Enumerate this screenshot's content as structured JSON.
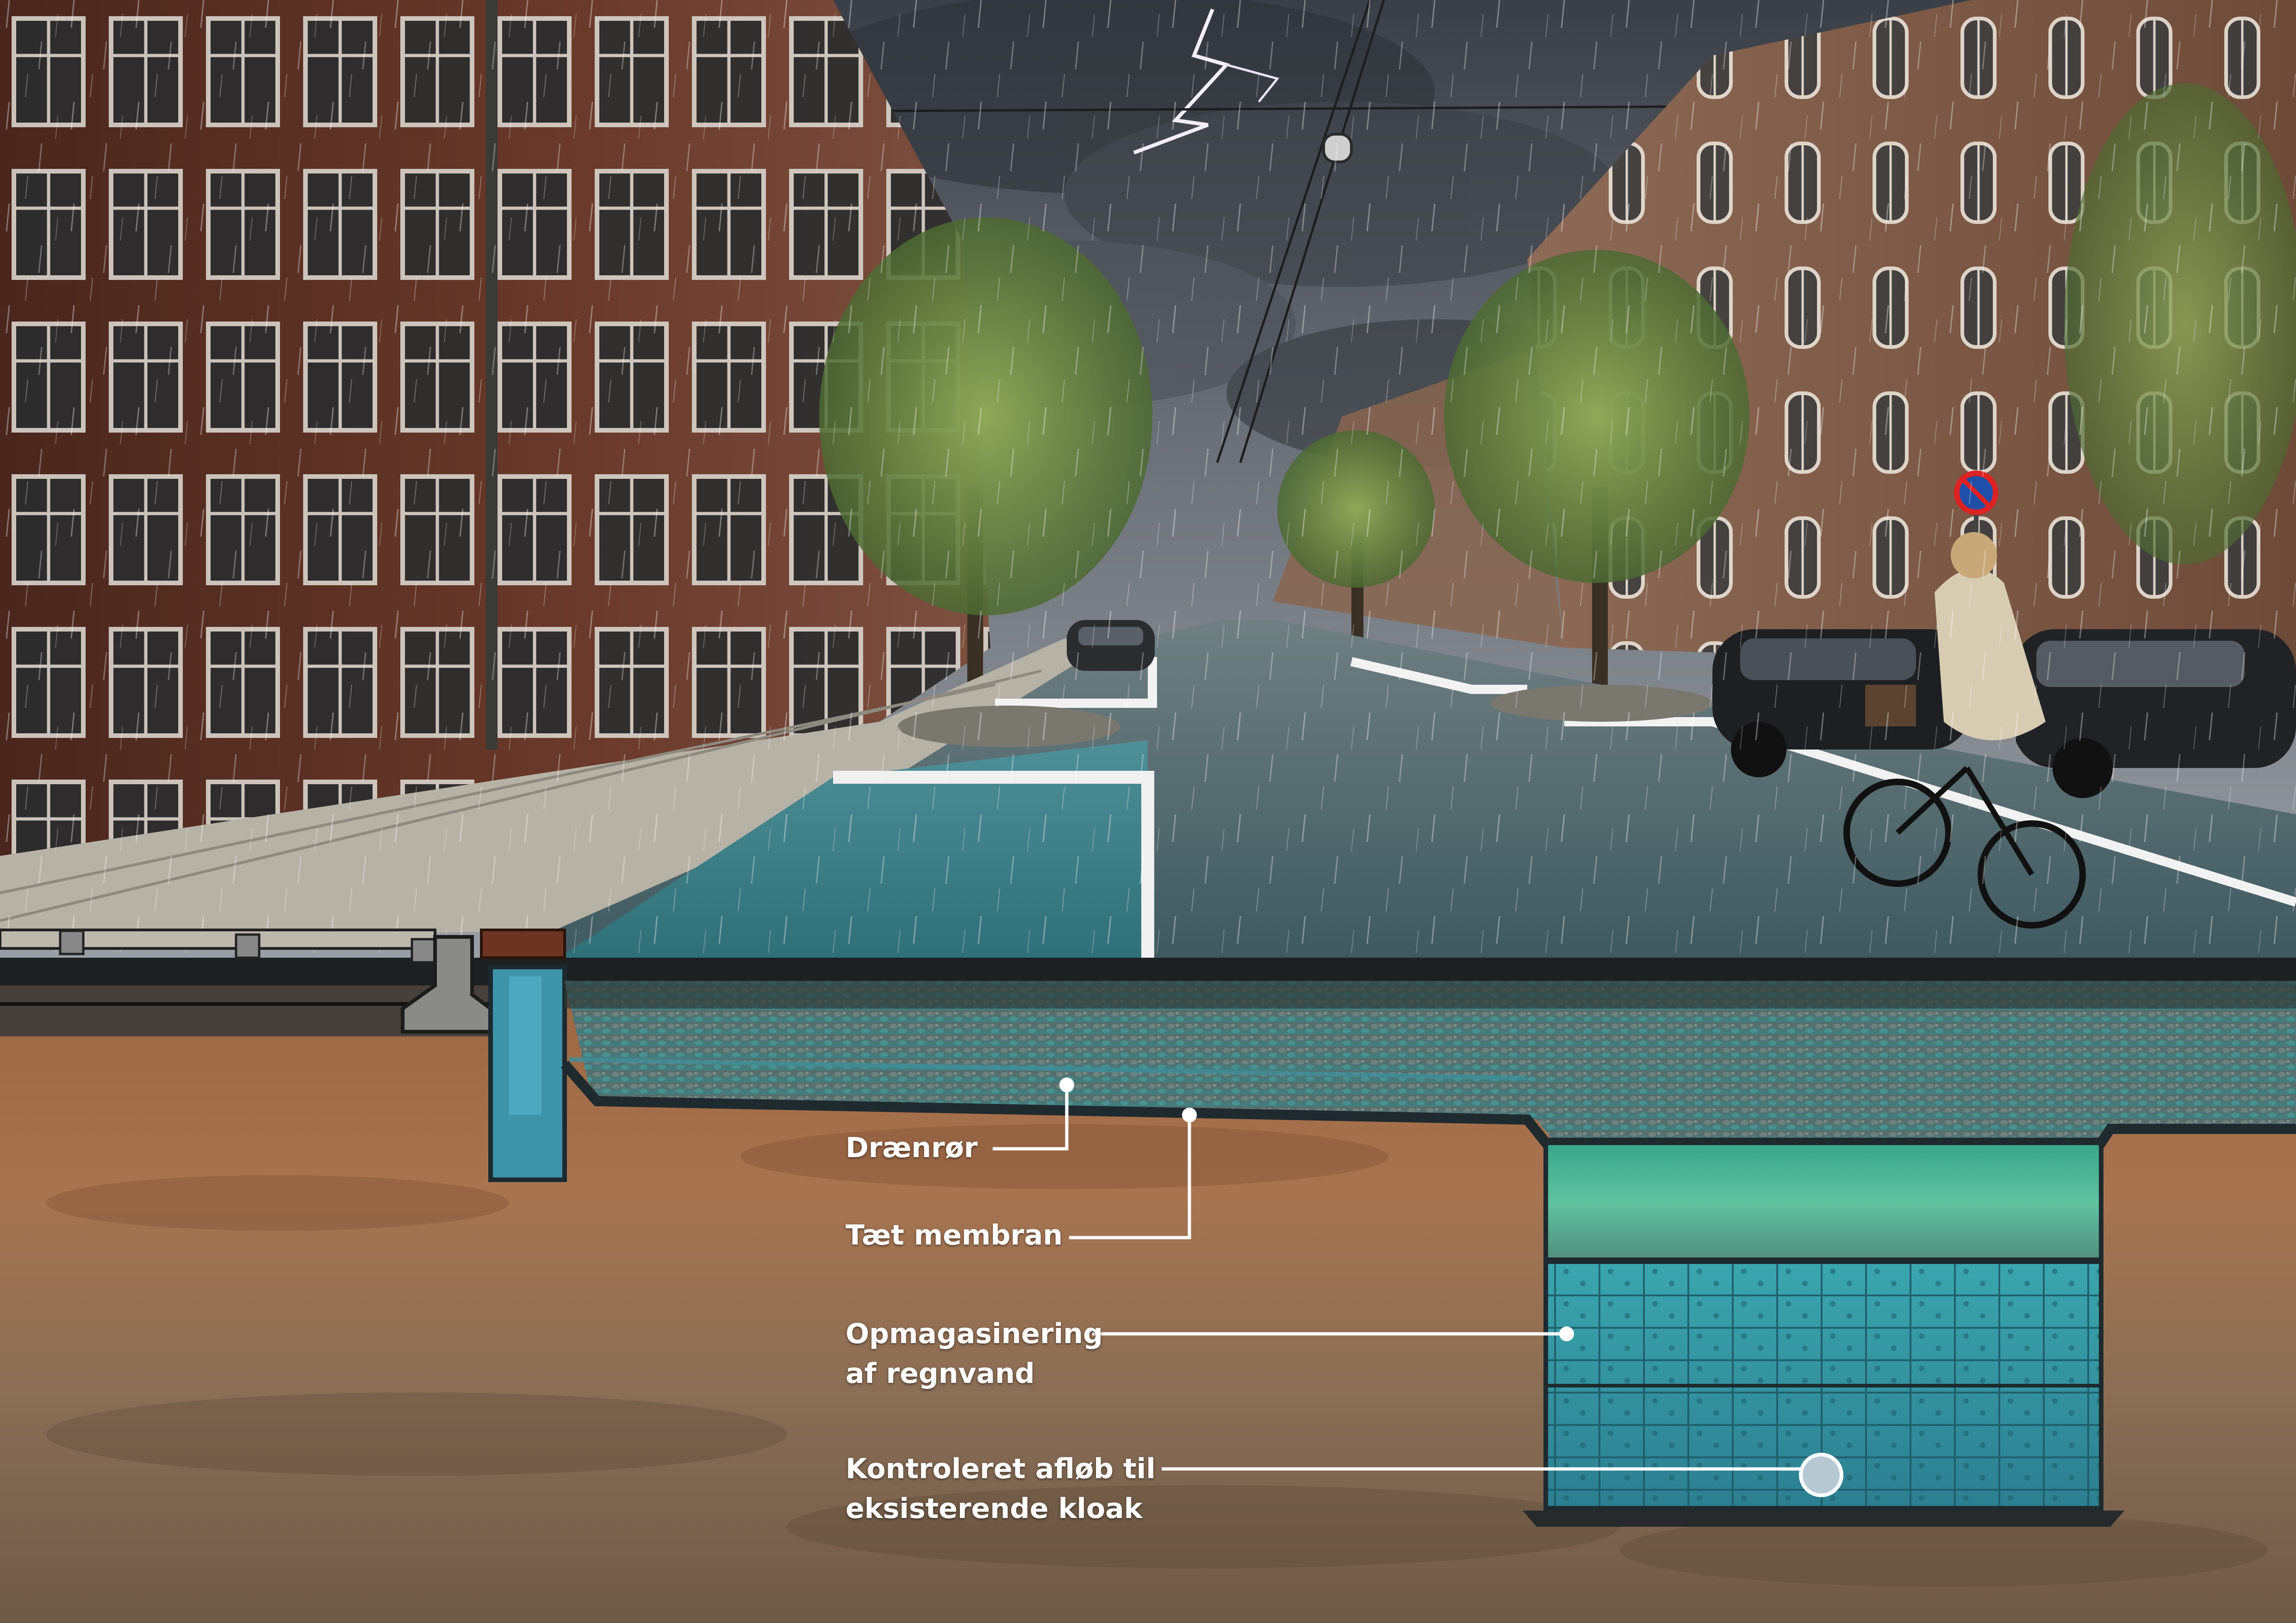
{
  "colors": {
    "water": "#3f8f97",
    "soil": "#a06b44",
    "brick": "#5a2e22",
    "sky": "#5b6168",
    "leader_line": "#ffffff",
    "membrane": "#1f2a2f",
    "storage": "#2f8c96"
  },
  "labels": {
    "drain_pipe": "Drænrør",
    "membrane": "Tæt membran",
    "storage_line1": "Opmagasinering",
    "storage_line2": "af regnvand",
    "outflow_line1": "Kontroleret afløb til",
    "outflow_line2": "eksisterende kloak"
  }
}
